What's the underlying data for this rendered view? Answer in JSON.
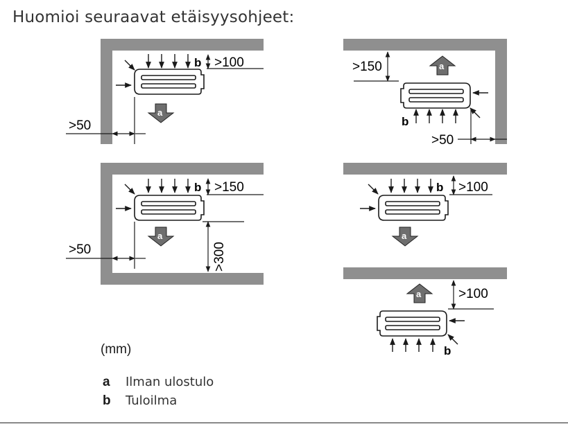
{
  "heading": "Huomioi seuraavat etäisyysohjeet:",
  "unit": "(mm)",
  "symbol_a": "a",
  "symbol_b": "b",
  "dimensions": {
    "d1_top": ">100",
    "d1_side": ">50",
    "d2_top": ">150",
    "d2_side": ">50",
    "d3_top": ">150",
    "d3_side": ">50",
    "d3_bottom": ">300",
    "d4_top": ">100",
    "d5_top": ">100"
  },
  "legend": [
    {
      "key": "a",
      "label": "Ilman ulostulo"
    },
    {
      "key": "b",
      "label": "Tuloilma"
    }
  ],
  "colors": {
    "wall": "#8f8f8f",
    "arrow_fill": "#6e6e6e",
    "line": "#1a1a1a"
  }
}
